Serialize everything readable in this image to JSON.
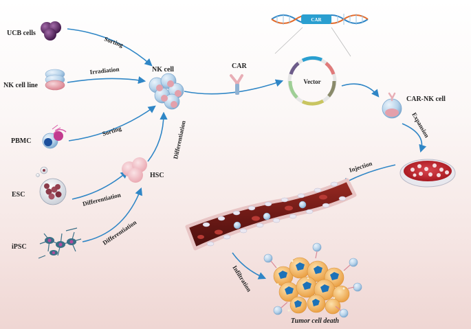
{
  "sources": {
    "ucb": "UCB cells",
    "nk_line": "NK cell line",
    "pbmc": "PBMC",
    "esc": "ESC",
    "ipsc": "iPSC"
  },
  "intermediates": {
    "hsc": "HSC",
    "nk_cell": "NK cell",
    "car": "CAR",
    "vector": "Vector",
    "car_gene": "CAR",
    "car_nk_cell": "CAR-NK cell"
  },
  "arrow_labels": {
    "ucb_sorting": "Sorting",
    "irradiation": "Irradiation",
    "pbmc_sorting": "Sorting",
    "hsc_differentiation": "Differentiation",
    "esc_differentiation": "Differentiation",
    "ipsc_differentiation": "Differentiation",
    "expansion": "Expansion",
    "injection": "Injection",
    "infiltration": "Infiltration"
  },
  "outcome": "Tumor cell death",
  "colors": {
    "arrow": "#2f86c6",
    "nk_pink": "#e8aeb6",
    "vessel": "#7a1e1a",
    "tumor": "#f3b35a",
    "nucleus": "#1c72b8"
  }
}
